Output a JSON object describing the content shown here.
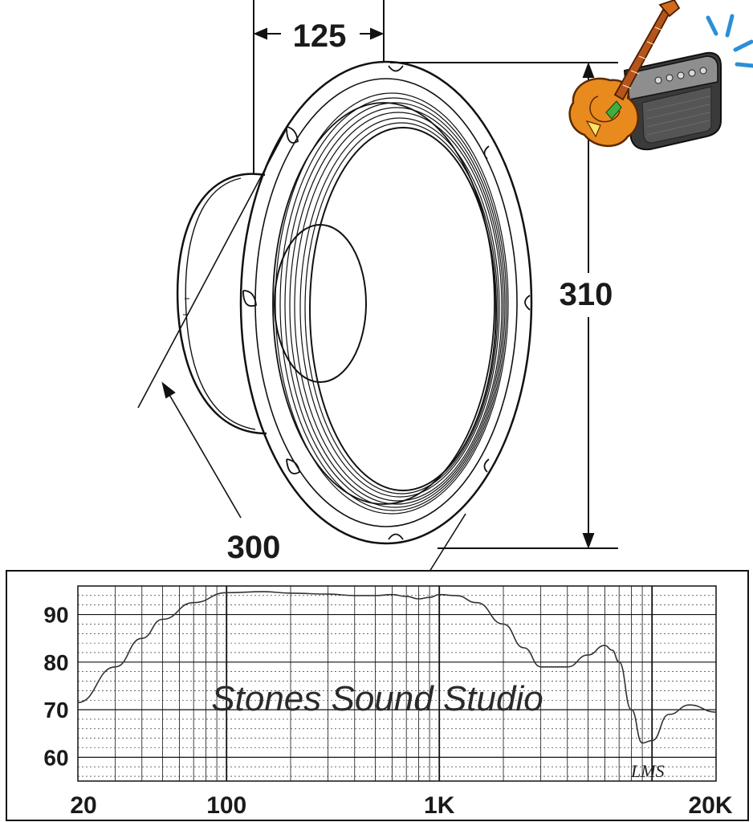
{
  "drawing": {
    "depth_label": "125",
    "height_label": "310",
    "diameter_label": "300"
  },
  "chart": {
    "watermark": "Stones Sound Studio",
    "logo_text": "LMS"
  },
  "chart_data": {
    "type": "line",
    "xscale": "log",
    "xlim": [
      20,
      20000
    ],
    "ylim": [
      55,
      96
    ],
    "x_tick_labels": [
      "20",
      "100",
      "1K",
      "20K"
    ],
    "x_tick_values": [
      20,
      100,
      1000,
      20000
    ],
    "y_tick_labels": [
      "90",
      "80",
      "70",
      "60"
    ],
    "y_tick_values": [
      90,
      80,
      70,
      60
    ],
    "grid": true,
    "series": [
      {
        "color": "#333333",
        "x": [
          20,
          30,
          40,
          50,
          70,
          100,
          150,
          200,
          300,
          400,
          500,
          600,
          700,
          800,
          900,
          1000,
          1200,
          1500,
          2000,
          2500,
          3000,
          4000,
          5000,
          6000,
          6500,
          7000,
          8000,
          9000,
          10000,
          12000,
          15000,
          20000
        ],
        "y": [
          71.5,
          79,
          85,
          89,
          92.5,
          94.6,
          94.8,
          94.5,
          94.3,
          94.0,
          94.0,
          94.2,
          93.8,
          93.3,
          93.6,
          94.2,
          94.0,
          92.5,
          88.0,
          83.0,
          79.0,
          79.0,
          81.5,
          83.5,
          82.5,
          80.0,
          70.0,
          63.0,
          63.5,
          69.0,
          71.0,
          69.5
        ]
      }
    ]
  }
}
